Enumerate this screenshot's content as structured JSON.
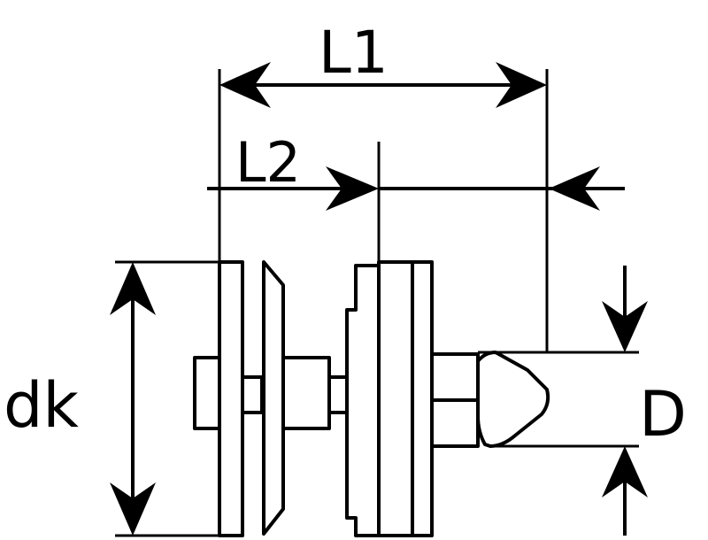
{
  "labels": {
    "l1": "L1",
    "l2": "L2",
    "dk": "dk",
    "d": "D"
  },
  "colors": {
    "line": "#000000",
    "background": "#ffffff"
  }
}
